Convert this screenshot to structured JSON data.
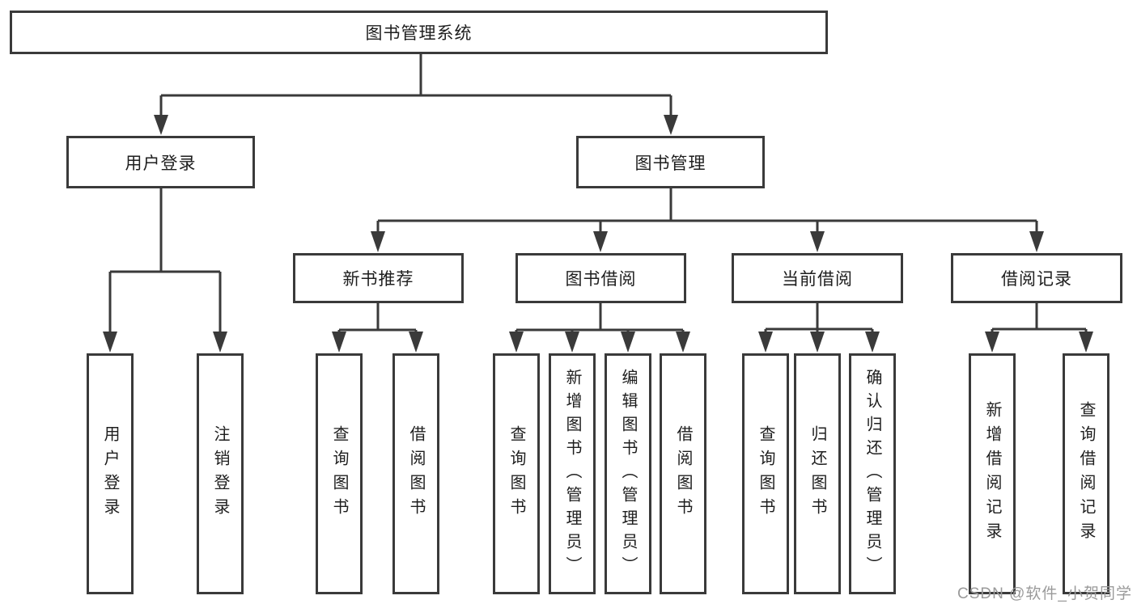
{
  "diagram": {
    "root": {
      "label": "图书管理系统"
    },
    "branches": [
      {
        "label": "用户登录",
        "children": [
          {
            "label": "用户登录"
          },
          {
            "label": "注销登录"
          }
        ]
      },
      {
        "label": "图书管理",
        "sections": [
          {
            "label": "新书推荐",
            "children": [
              {
                "label": "查询图书"
              },
              {
                "label": "借阅图书"
              }
            ]
          },
          {
            "label": "图书借阅",
            "children": [
              {
                "label": "查询图书"
              },
              {
                "label": "新增图书（管理员）"
              },
              {
                "label": "编辑图书（管理员）"
              },
              {
                "label": "借阅图书"
              }
            ]
          },
          {
            "label": "当前借阅",
            "children": [
              {
                "label": "查询图书"
              },
              {
                "label": "归还图书"
              },
              {
                "label": "确认归还（管理员）"
              }
            ]
          },
          {
            "label": "借阅记录",
            "children": [
              {
                "label": "新增借阅记录"
              },
              {
                "label": "查询借阅记录"
              }
            ]
          }
        ]
      }
    ]
  },
  "watermark": {
    "text": "CSDN @软件_小贺同学"
  },
  "colors": {
    "line": "#3a3a3a",
    "text": "#1e1e1e",
    "watermark": "#9a9a9a",
    "background": "#ffffff"
  }
}
